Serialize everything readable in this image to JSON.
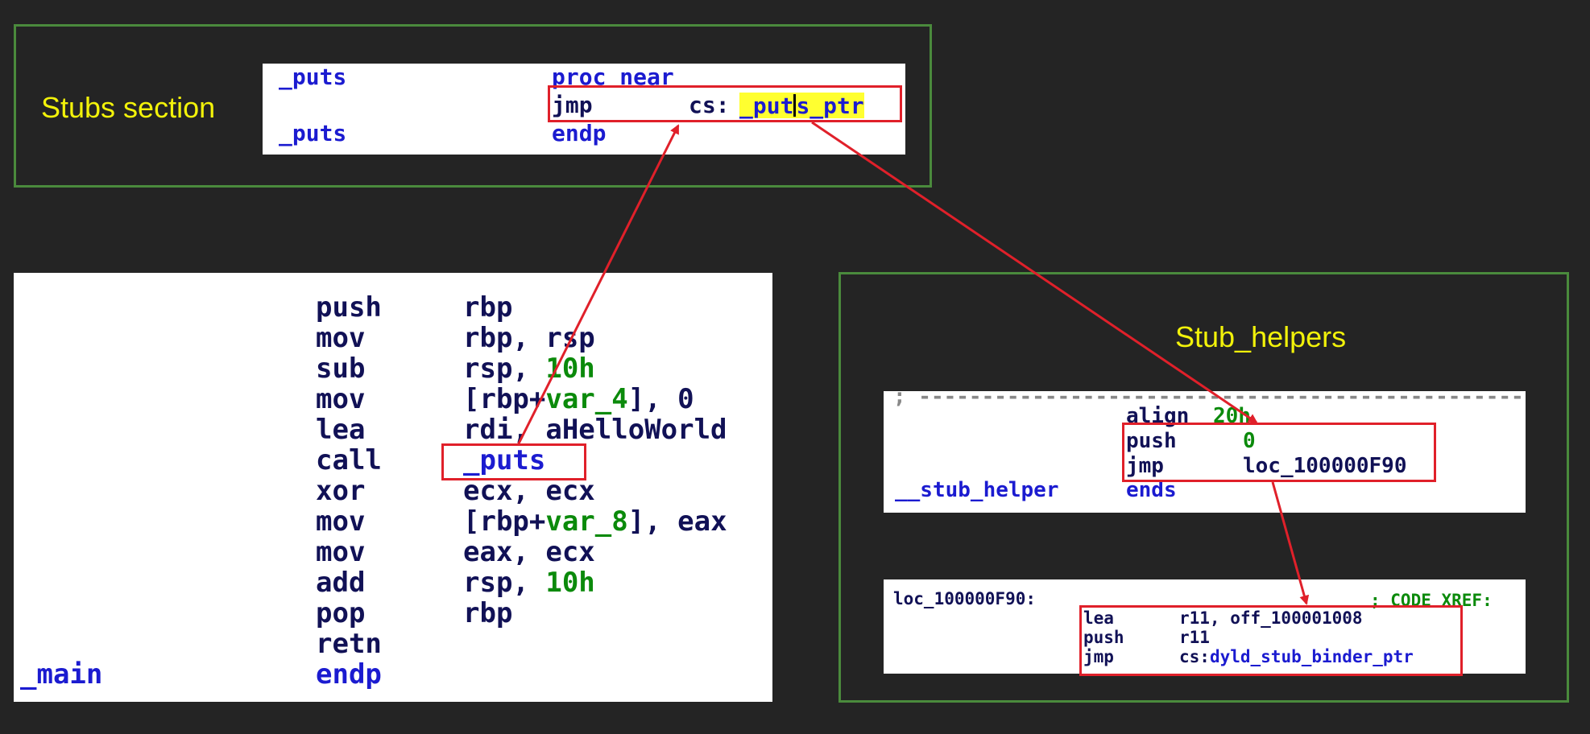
{
  "labels": {
    "stubs_section": "Stubs section",
    "stub_helpers": "Stub_helpers"
  },
  "stubs_code": {
    "line1_name": "_puts",
    "line1_op": "proc near",
    "line2_instr": "jmp",
    "line2_seg": "cs:",
    "line2_target_a": "_put",
    "line2_target_b": "s_ptr",
    "line3_name": "_puts",
    "line3_op": "endp"
  },
  "main_code": {
    "rows": [
      {
        "instr": "push",
        "op": "rbp"
      },
      {
        "instr": "mov",
        "op": "rbp, rsp"
      },
      {
        "instr": "sub",
        "op_a": "rsp, ",
        "op_b": "10h"
      },
      {
        "instr": "mov",
        "op_a": "[rbp+",
        "op_b": "var_4",
        "op_c": "], 0"
      },
      {
        "instr": "lea",
        "op": "rdi, aHelloWorld"
      },
      {
        "instr": "call",
        "op": "_puts"
      },
      {
        "instr": "xor",
        "op": "ecx, ecx"
      },
      {
        "instr": "mov",
        "op_a": "[rbp+",
        "op_b": "var_8",
        "op_c": "], eax"
      },
      {
        "instr": "mov",
        "op": "eax, ecx"
      },
      {
        "instr": "add",
        "op_a": "rsp, ",
        "op_b": "10h"
      },
      {
        "instr": "pop",
        "op": "rbp"
      },
      {
        "instr": "retn",
        "op": ""
      },
      {
        "name": "_main",
        "instr": "endp",
        "op": ""
      }
    ]
  },
  "helper_code": {
    "separator": "; ---------------------------------------------------------------",
    "align_instr": "align",
    "align_val": "20h",
    "push_instr": "push",
    "push_val": "0",
    "jmp_instr": "jmp",
    "jmp_target": "loc_100000F90",
    "seg_name": "__stub_helper",
    "seg_end": "ends"
  },
  "loc_code": {
    "label": "loc_100000F90:",
    "xref": "; CODE XREF:",
    "lea_instr": "lea",
    "lea_op": "r11, off_100001008",
    "push_instr": "push",
    "push_op": "r11",
    "jmp_instr": "jmp",
    "jmp_seg": "cs:",
    "jmp_target": "dyld_stub_binder_ptr",
    "trailing": ";"
  },
  "colors": {
    "background": "#242424",
    "panel_border": "#4a8a3c",
    "label": "#f2f20a",
    "highlight_box": "#e0202a",
    "arrow": "#e0202a",
    "keyword_blue": "#1b1bd0",
    "instr_navy": "#111156",
    "number_green": "#0b8a0b",
    "selection_yellow": "#ffff30"
  }
}
